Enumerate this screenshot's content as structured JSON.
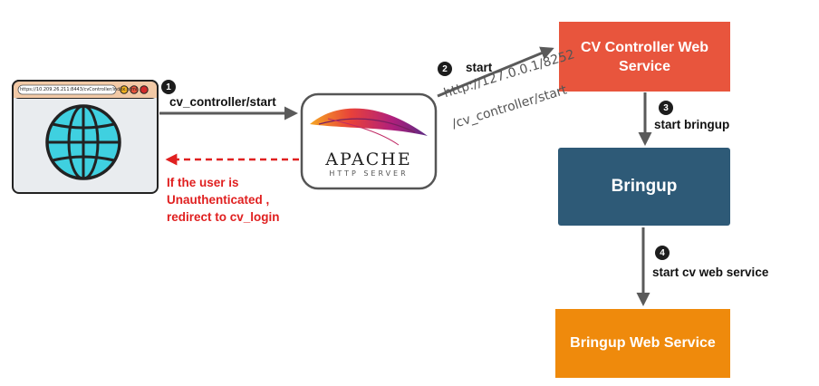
{
  "nodes": {
    "browser_url": "https://10.209.26.211:8443/cvController/index.html",
    "apache_logo": "APACHE",
    "apache_sub": "HTTP SERVER",
    "cv_controller": "CV Controller Web Service",
    "bringup": "Bringup",
    "bringup_web_service": "Bringup Web Service"
  },
  "steps": {
    "s1_num": "1",
    "s1_label": "cv_controller/start",
    "s2_num": "2",
    "s2_label": "start",
    "s2_url_line1": "http://127.0.0.1/8252",
    "s2_url_line2": "/cv_controller/start",
    "s3_num": "3",
    "s3_label": "start bringup",
    "s4_num": "4",
    "s4_label": "start cv web service"
  },
  "redirect": {
    "line1": "If the user is",
    "line2": "Unauthenticated ,",
    "line3": "redirect to cv_login"
  },
  "colors": {
    "cv_controller": "#e8553d",
    "bringup": "#2e5a77",
    "bringup_web_service": "#ef8a0c",
    "arrow": "#5a5a5a",
    "redirect": "#e02020",
    "globe": "#3fd0e0"
  }
}
